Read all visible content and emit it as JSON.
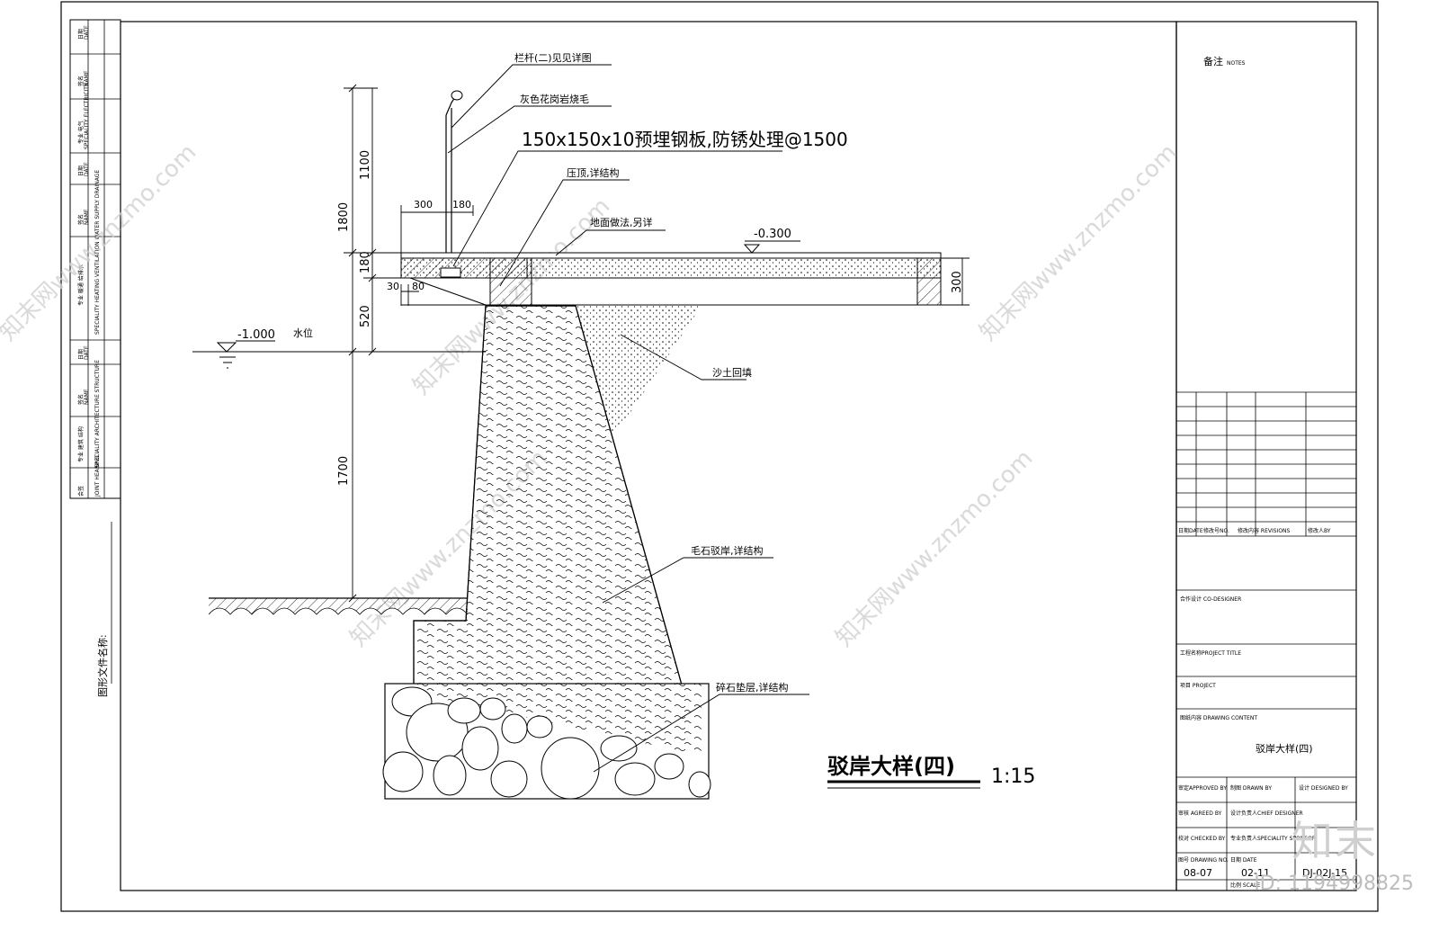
{
  "drawing": {
    "title": "驳岸大样(四)",
    "scale": "1:15",
    "labels": {
      "railing": "栏杆(二)见见详图",
      "stone": "灰色花岗岩烧毛",
      "plate": "150x150x10预埋钢板,防锈处理@1500",
      "coping": "压顶,详结构",
      "paving": "地面做法,另详",
      "sand": "沙土回填",
      "rubble": "毛石驳岸,详结构",
      "gravel": "碎石垫层,详结构",
      "water": "水位"
    },
    "elevations": {
      "top": "-0.300",
      "water": "-1.000"
    },
    "dims": {
      "h1100": "1100",
      "h1800": "1800",
      "h180": "180",
      "h520": "520",
      "h1700": "1700",
      "w300": "300",
      "w180": "180",
      "w30": "30",
      "w80": "80",
      "h300": "300"
    }
  },
  "left_strip": {
    "rows": [
      {
        "a": "日期",
        "b": "DATE"
      },
      {
        "a": "签名",
        "b": "NAME"
      },
      {
        "a": "专业 电气",
        "b": "SPECIALITY ELECTRICITY"
      },
      {
        "a": "日期",
        "b": "DATE"
      },
      {
        "a": "签名",
        "b": "NAME"
      },
      {
        "a": "专业 暖通 给排水",
        "b": "SPECIALITY HEATING VENTILATION WATER SUPPLY DRAINAGE"
      },
      {
        "a": "日期",
        "b": "DATE"
      },
      {
        "a": "签名",
        "b": "NAME"
      },
      {
        "a": "专业 建筑 结构",
        "b": "SPECIALITY ARCHITECTURE STRUCTURE"
      },
      {
        "a": "会签",
        "b": "JOINT HEARING"
      }
    ],
    "filename_label": "图形文件名称:"
  },
  "title_block": {
    "notes": "备注",
    "notes_en": "NOTES",
    "rev_date": "日期DATE",
    "rev_no": "修改号NO.",
    "rev_content": "修改内容 REVISIONS",
    "rev_by": "修改人BY",
    "codesign": "合作设计 CO-DESIGNER",
    "project_title": "工程名称PROJECT TITLE",
    "project": "项目 PROJECT",
    "drawing_content": "图纸内容 DRAWING CONTENT",
    "drawing_content_value": "驳岸大样(四)",
    "approved": "审定APPROVED BY",
    "drawn": "制图 DRAWN BY",
    "designed": "设计 DESIGNED BY",
    "agreed": "审核 AGREED BY",
    "chief": "设计负责人CHIEF DESIGNER",
    "checked": "校对 CHECKED BY",
    "speciality": "专业负责人SPECIALITY SPONSOR",
    "drawing_no": "图号 DRAWING NO.",
    "drawing_no_value": "08-07",
    "date": "日期 DATE",
    "date_value": "02-11",
    "number_value": "DJ-02J-15",
    "scale_label": "比例 SCALE"
  },
  "watermark": {
    "text": "知末网www.znzmo.com",
    "brand": "知末",
    "image_id": "ID: 1194998825"
  }
}
